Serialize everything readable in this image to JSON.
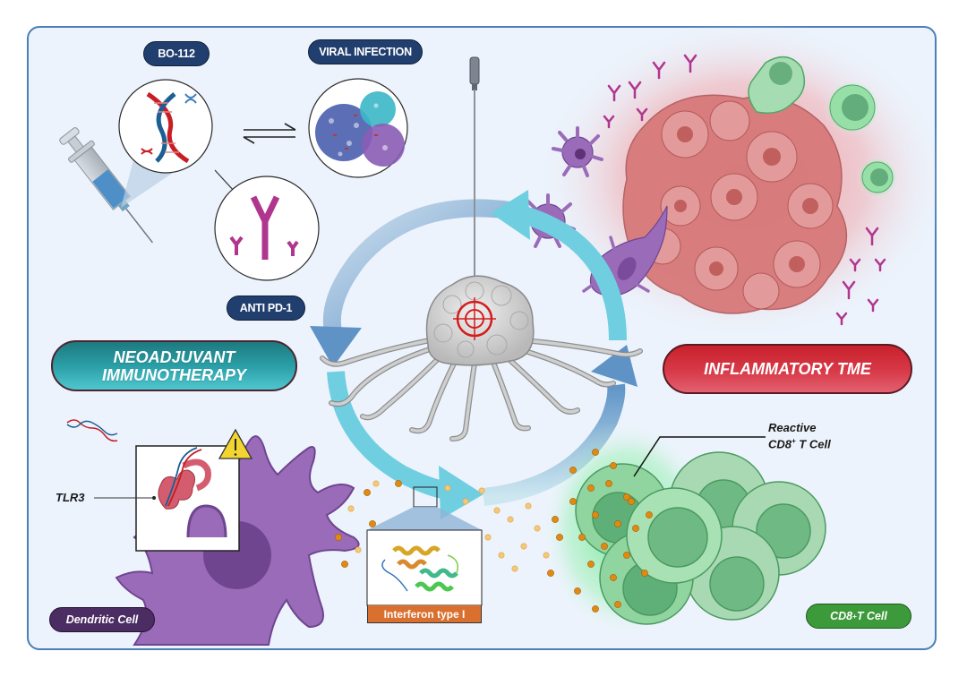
{
  "figure": {
    "background_color": "#ecf3fc",
    "border_color": "#4a7fb8"
  },
  "labels": {
    "bo112": "BO-112",
    "viral_infection": "VIRAL INFECTION",
    "anti_pd1": "ANTI PD-1",
    "neoadjuvant_line1": "NEOADJUVANT",
    "neoadjuvant_line2": "IMMUNOTHERAPY",
    "inflammatory_tme": "INFLAMMATORY TME",
    "reactive_line1": "Reactive",
    "reactive_line2_prefix": "CD8",
    "reactive_line2_sup": "+",
    "reactive_line2_suffix": " T Cell",
    "tlr3": "TLR3",
    "interferon": "Interferon type I",
    "dendritic_cell": "Dendritic Cell",
    "cd8_prefix": "CD8",
    "cd8_sup": "+",
    "cd8_suffix": " T Cell"
  },
  "icons": {
    "syringe": "syringe-icon",
    "dna": "dna-icon",
    "virus": "virus-icon",
    "antibody": "antibody-icon",
    "equilibrium_arrows": "equilibrium-arrows-icon",
    "biopsy_needle": "biopsy-needle-icon",
    "tumor": "tumor-icon",
    "target": "target-reticle-icon",
    "warning": "warning-triangle-icon",
    "protein": "protein-structure-icon"
  },
  "colors": {
    "navy_pill": "#213f6e",
    "teal_pill": "#2a9ea6",
    "red_pill": "#d0303e",
    "dendritic_purple": "#9a6bb8",
    "tcell_green": "#3c9a3a",
    "interferon_orange": "#d9702f",
    "cycle_arrow_blue": "#5f93c6",
    "cycle_arrow_cyan": "#6fcfe0",
    "tumor_pink": "#d9777a"
  }
}
